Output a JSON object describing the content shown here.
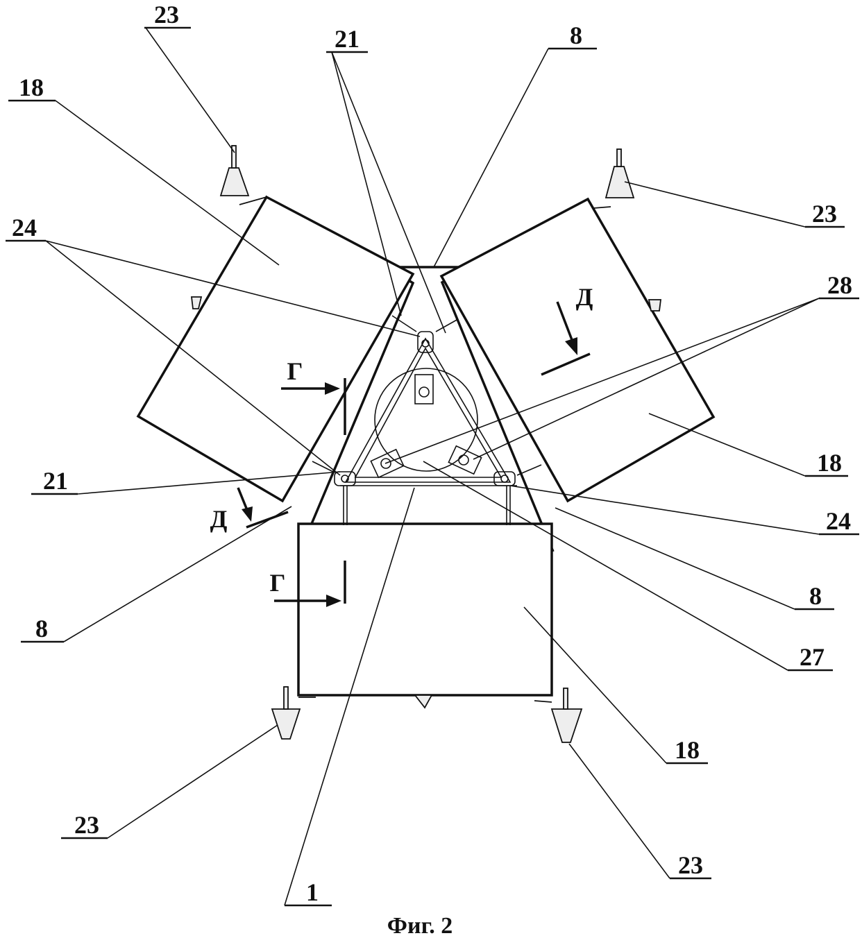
{
  "figure": {
    "caption": "Фиг. 2",
    "callouts": [
      {
        "id": "c23a",
        "text": "23"
      },
      {
        "id": "c21a",
        "text": "21"
      },
      {
        "id": "c8a",
        "text": "8"
      },
      {
        "id": "c18a",
        "text": "18"
      },
      {
        "id": "c23b",
        "text": "23"
      },
      {
        "id": "c24a",
        "text": "24"
      },
      {
        "id": "c28",
        "text": "28"
      },
      {
        "id": "c18b",
        "text": "18"
      },
      {
        "id": "c21b",
        "text": "21"
      },
      {
        "id": "c24b",
        "text": "24"
      },
      {
        "id": "c8b",
        "text": "8"
      },
      {
        "id": "c8c",
        "text": "8"
      },
      {
        "id": "c27",
        "text": "27"
      },
      {
        "id": "c18c",
        "text": "18"
      },
      {
        "id": "c23c",
        "text": "23"
      },
      {
        "id": "c23d",
        "text": "23"
      },
      {
        "id": "c1",
        "text": "1"
      }
    ],
    "sections": {
      "g": "Г",
      "d": "Д"
    }
  }
}
